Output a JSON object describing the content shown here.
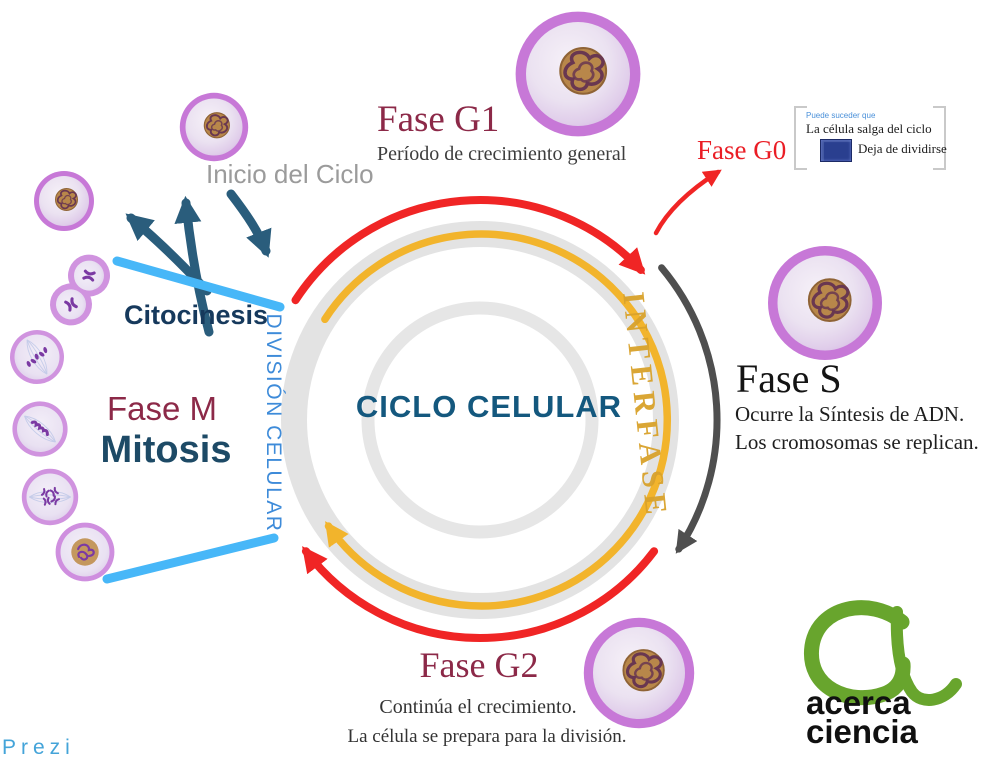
{
  "diagram": {
    "title": "CICLO CELULAR",
    "inicio_label": "Inicio del Ciclo",
    "interfase_label": "INTERFASE",
    "division_label": "DIVISIÓN CELULAR",
    "citocinesis_label": "Citocinesis",
    "fase_g1": {
      "label": "Fase G1",
      "desc": "Período de crecimiento general"
    },
    "fase_g0": {
      "label": "Fase G0",
      "hint": "Puede suceder que",
      "option1": "La célula salga del ciclo",
      "option2": "Deja de dividirse"
    },
    "fase_s": {
      "label": "Fase S",
      "desc1": "Ocurre la Síntesis de ADN.",
      "desc2": "Los cromosomas se replican."
    },
    "fase_g2": {
      "label": "Fase G2",
      "desc1": "Continúa el crecimiento.",
      "desc2": "La célula se prepara para la división."
    },
    "fase_m": {
      "label": "Fase M",
      "sublabel": "Mitosis"
    }
  },
  "watermark": {
    "prezi": "Prezi"
  },
  "logo": {
    "line1": "acerca",
    "line2": "ciencia"
  },
  "icons": {
    "cells": [
      "interphase-cell-top",
      "interphase-cell-right",
      "interphase-cell-bottom",
      "interphase-cell-start",
      "interphase-cell-left",
      "cytokinesis-cell",
      "anaphase-cell",
      "metaphase-cell",
      "prometaphase-cell",
      "prophase-cell"
    ],
    "g0_thumbnail": "cell-thumbnail",
    "logo_mark": "brush-a-icon"
  },
  "colors": {
    "red": "#f02525",
    "yellow": "#f2b42c",
    "dark_arc": "#4f4f4f",
    "teal": "#2a5d7c",
    "light_blue": "#47b7f8",
    "maroon": "#8c2948",
    "navy": "#1d4a66",
    "title_blue": "#14587e",
    "division_blue": "#3e8bd9",
    "interfase_gold": "#d9a22b",
    "gray_ring": "#e3e3e3",
    "logo_green": "#68a52d",
    "g0_red": "#ea1d25",
    "gray_text": "#9b9b9b"
  }
}
